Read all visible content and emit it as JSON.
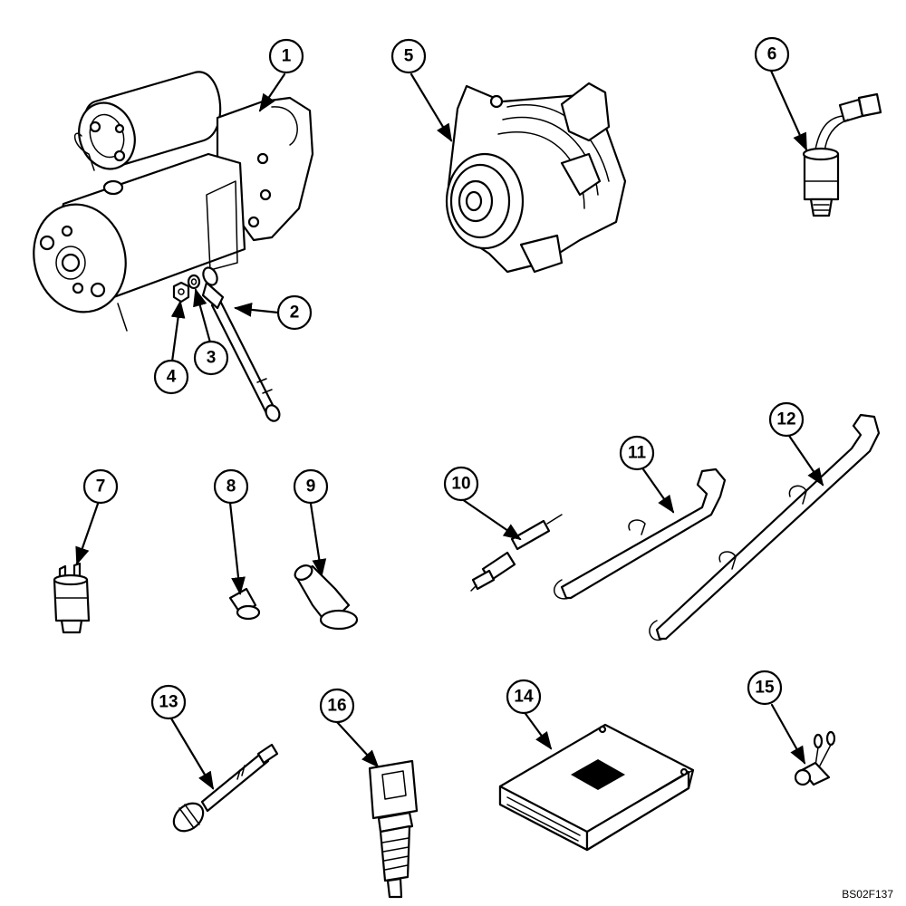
{
  "diagram": {
    "callouts": [
      {
        "id": "c1",
        "label": "1"
      },
      {
        "id": "c2",
        "label": "2"
      },
      {
        "id": "c3",
        "label": "3"
      },
      {
        "id": "c4",
        "label": "4"
      },
      {
        "id": "c5",
        "label": "5"
      },
      {
        "id": "c6",
        "label": "6"
      },
      {
        "id": "c7",
        "label": "7"
      },
      {
        "id": "c8",
        "label": "8"
      },
      {
        "id": "c9",
        "label": "9"
      },
      {
        "id": "c10",
        "label": "10"
      },
      {
        "id": "c11",
        "label": "11"
      },
      {
        "id": "c12",
        "label": "12"
      },
      {
        "id": "c13",
        "label": "13"
      },
      {
        "id": "c14",
        "label": "14"
      },
      {
        "id": "c15",
        "label": "15"
      },
      {
        "id": "c16",
        "label": "16"
      }
    ],
    "reference_code": "BS02F137"
  }
}
